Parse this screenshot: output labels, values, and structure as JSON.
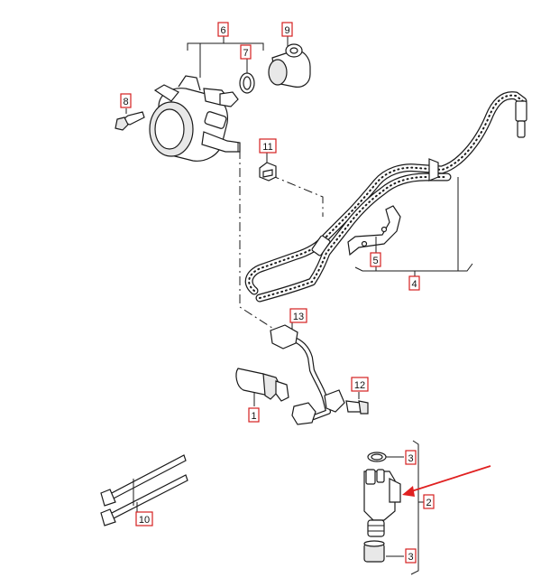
{
  "diagram": {
    "labels": {
      "p1": "1",
      "p2": "2",
      "p3a": "3",
      "p3b": "3",
      "p4": "4",
      "p5": "5",
      "p6": "6",
      "p7": "7",
      "p8": "8",
      "p9": "9",
      "p10": "10",
      "p11": "11",
      "p12": "12",
      "p13": "13"
    },
    "highlight_color": "#e02020",
    "label_border_color": "#d42020"
  }
}
